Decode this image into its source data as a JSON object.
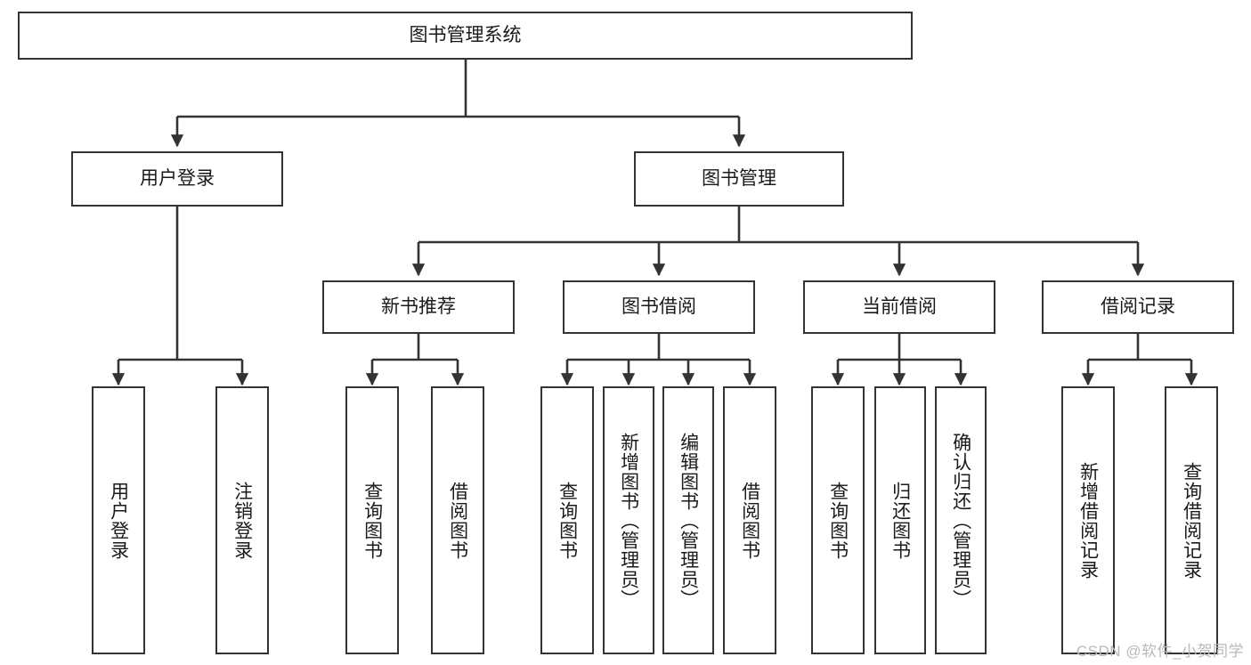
{
  "diagram": {
    "title": "图书管理系统",
    "type": "tree",
    "watermark": "CSDN @软件_小贺同学",
    "colors": {
      "node_border": "#333333",
      "node_fill": "#ffffff",
      "edge": "#333333",
      "text": "#1a1a1a",
      "watermark": "#b9b9b9",
      "background": "#ffffff"
    },
    "nodes": {
      "root": {
        "label": "图书管理系统"
      },
      "level1": [
        {
          "label": "用户登录"
        },
        {
          "label": "图书管理"
        }
      ],
      "level2": [
        {
          "label": "新书推荐"
        },
        {
          "label": "图书借阅"
        },
        {
          "label": "当前借阅"
        },
        {
          "label": "借阅记录"
        }
      ],
      "leaves": {
        "user_login": [
          {
            "label": "用户登录"
          },
          {
            "label": "注销登录"
          }
        ],
        "new_book": [
          {
            "label": "查询图书"
          },
          {
            "label": "借阅图书"
          }
        ],
        "book_borrow": [
          {
            "label": "查询图书"
          },
          {
            "label": "新增图书（管理员）"
          },
          {
            "label": "编辑图书（管理员）"
          },
          {
            "label": "借阅图书"
          }
        ],
        "current_borrow": [
          {
            "label": "查询图书"
          },
          {
            "label": "归还图书"
          },
          {
            "label": "确认归还（管理员）"
          }
        ],
        "borrow_record": [
          {
            "label": "新增借阅记录"
          },
          {
            "label": "查询借阅记录"
          }
        ]
      }
    }
  }
}
